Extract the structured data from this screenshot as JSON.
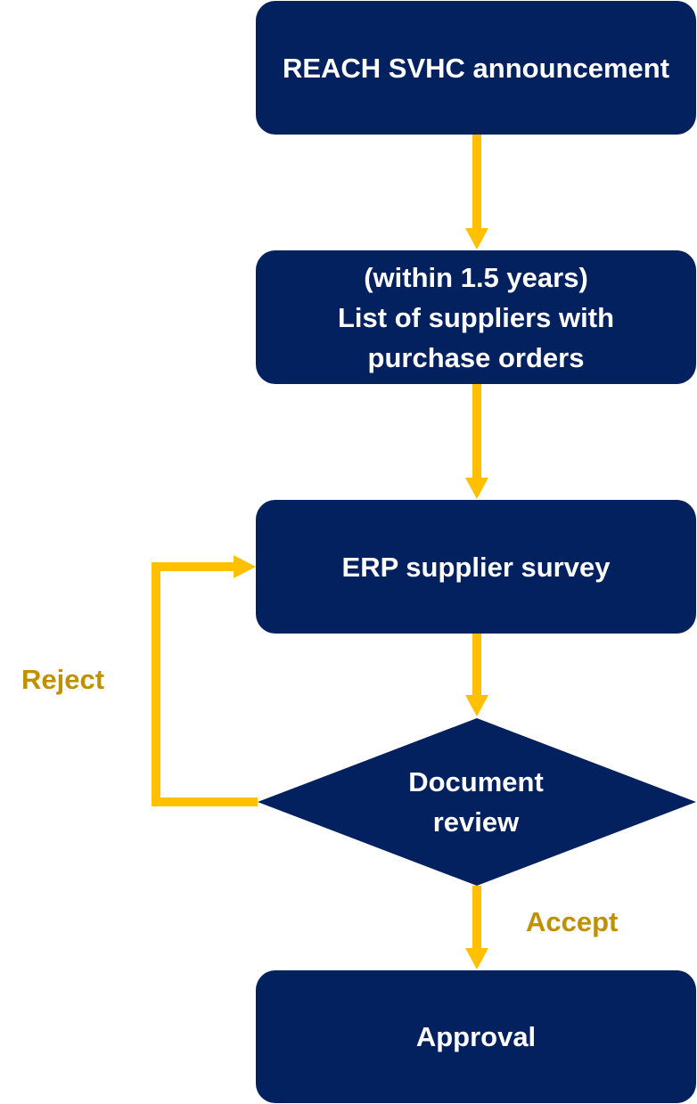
{
  "nodes": {
    "announcement": {
      "lines": [
        "REACH SVHC announcement"
      ]
    },
    "supplier_list": {
      "lines": [
        "(within 1.5 years)",
        "List of suppliers with",
        "purchase orders"
      ]
    },
    "survey": {
      "lines": [
        "ERP supplier survey"
      ]
    },
    "review": {
      "lines": [
        "Document",
        "review"
      ]
    },
    "approval": {
      "lines": [
        "Approval"
      ]
    }
  },
  "edges": {
    "reject_label": "Reject",
    "accept_label": "Accept"
  },
  "colors": {
    "node_fill": "#03205f",
    "node_text": "#ffffff",
    "arrow": "#ffc000",
    "edge_label": "#bf9000"
  }
}
